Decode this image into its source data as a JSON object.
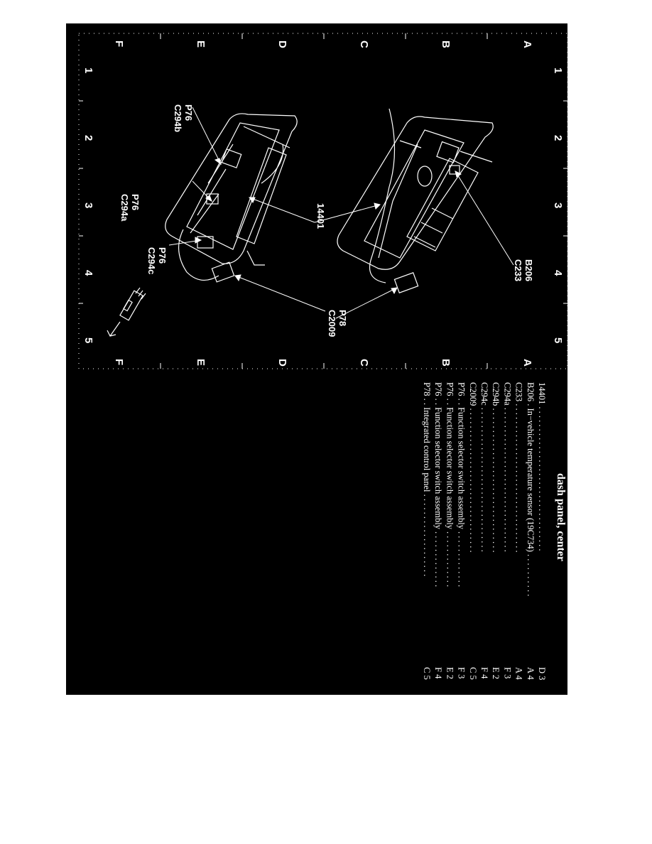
{
  "diagram": {
    "grid_rows": [
      "A",
      "B",
      "C",
      "D",
      "E",
      "F"
    ],
    "grid_cols": [
      "1",
      "2",
      "3",
      "4",
      "5"
    ],
    "callouts": {
      "b206": "B206",
      "c233": "C233",
      "n14401": "14401",
      "p76_b": "P76",
      "c294b": "C294b",
      "p76_a": "P76",
      "c294a": "C294a",
      "p76_c": "P76",
      "c294c": "C294c",
      "p78": "P78",
      "c2009": "C2009"
    }
  },
  "legend": {
    "title": "dash panel, center",
    "items": [
      {
        "code": "14401",
        "dots": " . . . . . . . . . . . . . . . . . . . . . . . . . . . . . . . . .",
        "loc": "D 3"
      },
      {
        "code": "B206",
        "dots": " .  In−vehicle temperature sensor (19C734)  . . . . . . . . . .",
        "loc": "A 4"
      },
      {
        "code": "C233",
        "dots": " . . . . . . . . . . . . . . . . . . . . . . . . . . . . . . . . . .",
        "loc": "A 4"
      },
      {
        "code": "C294a",
        "dots": " . . . . . . . . . . . . . . . . . . . . . . . . . . . . . . . . .",
        "loc": "F 3"
      },
      {
        "code": "C294b",
        "dots": " . . . . . . . . . . . . . . . . . . . . . . . . . . . . . . . . .",
        "loc": "E 2"
      },
      {
        "code": "C294c",
        "dots": " . . . . . . . . . . . . . . . . . . . . . . . . . . . . . . . . .",
        "loc": "F 4"
      },
      {
        "code": "C2009",
        "dots": " . . . . . . . . . . . . . . . . . . . . . . . . . . . . . . . . .",
        "loc": "C 5"
      },
      {
        "code": "P76",
        "dots": " . .  Function selector switch assembly  . . . . . . . . . . . . .",
        "loc": "F 3"
      },
      {
        "code": "P76",
        "dots": " . .  Function selector switch assembly  . . . . . . . . . . . . .",
        "loc": "E 2"
      },
      {
        "code": "P76",
        "dots": " . .  Function selector switch assembly  . . . . . . . . . . . . .",
        "loc": "F 4"
      },
      {
        "code": "P78",
        "dots": " . .  Integrated control panel  . . . . . . . . . . . . . . . . . . .",
        "loc": "C 5"
      }
    ]
  }
}
